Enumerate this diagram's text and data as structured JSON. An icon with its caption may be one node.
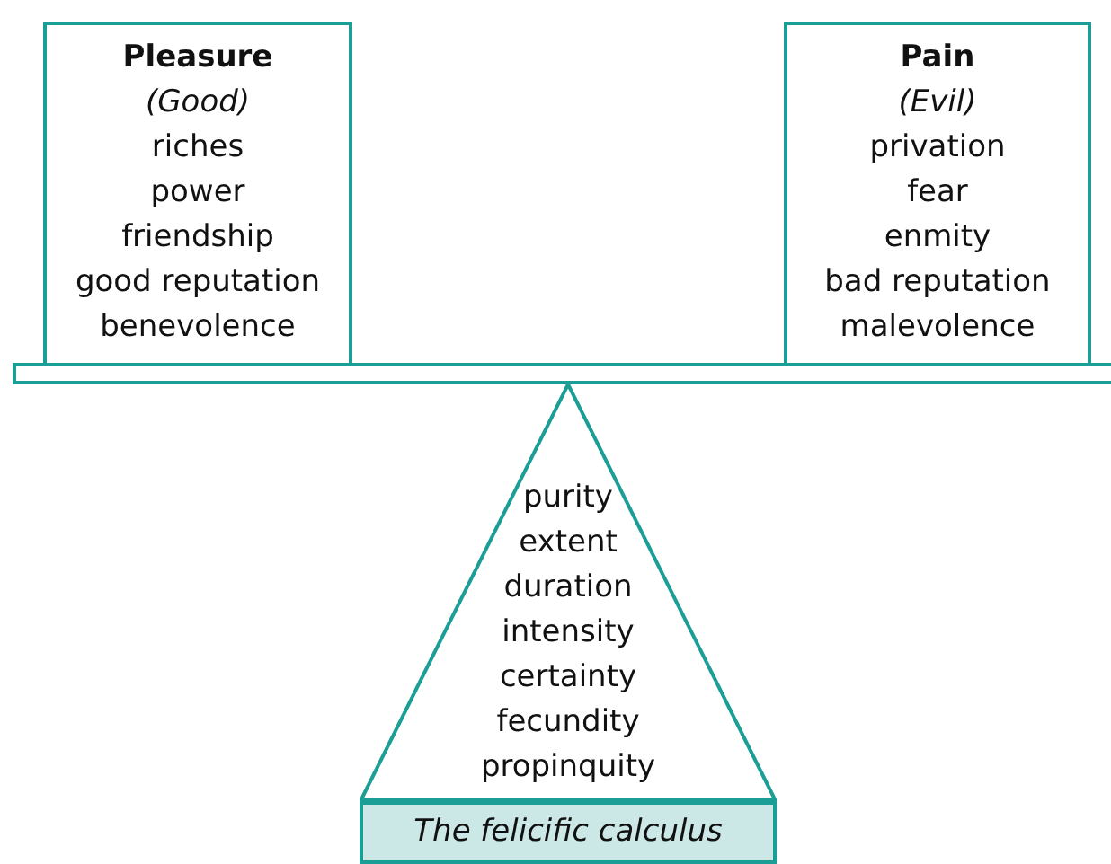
{
  "diagram": {
    "nodes": [
      {
        "text": [
          "Pleasure",
          "(Good)",
          "riches",
          "power",
          "friendship",
          "good reputation",
          "benevolence"
        ]
      },
      {
        "text": [
          "Pain",
          "(Evil)",
          "privation",
          "fear",
          "enmity",
          "bad reputation",
          "malevolence"
        ]
      },
      {
        "text": [
          "purity",
          "extent",
          "duration",
          "intensity",
          "certainty",
          "fecundity",
          "propinquity"
        ]
      },
      {
        "text": [
          "The felicific calculus"
        ]
      }
    ],
    "edges": []
  }
}
